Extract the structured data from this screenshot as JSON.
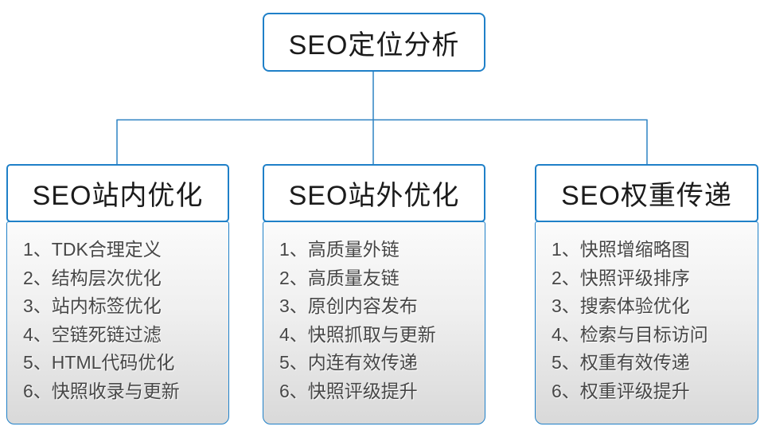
{
  "root": {
    "title": "SEO定位分析"
  },
  "columns": [
    {
      "title": "SEO站内优化",
      "items": [
        "1、TDK合理定义",
        "2、结构层次优化",
        "3、站内标签优化",
        "4、空链死链过滤",
        "5、HTML代码优化",
        "6、快照收录与更新"
      ]
    },
    {
      "title": "SEO站外优化",
      "items": [
        "1、高质量外链",
        "2、高质量友链",
        "3、原创内容发布",
        "4、快照抓取与更新",
        "5、内连有效传递",
        "6、快照评级提升"
      ]
    },
    {
      "title": "SEO权重传递",
      "items": [
        "1、快照增缩略图",
        "2、快照评级排序",
        "3、搜索体验优化",
        "4、检索与目标访问",
        "5、权重有效传递",
        "6、权重评级提升"
      ]
    }
  ],
  "colors": {
    "box_border_blue": "#1f80c8",
    "connector_blue": "#2e82c3",
    "title_text": "#1b1b1b",
    "list_text": "#474747",
    "list_bg_top": "#fbfbfb",
    "list_bg_bottom": "#d9d9d9",
    "background": "#ffffff"
  }
}
